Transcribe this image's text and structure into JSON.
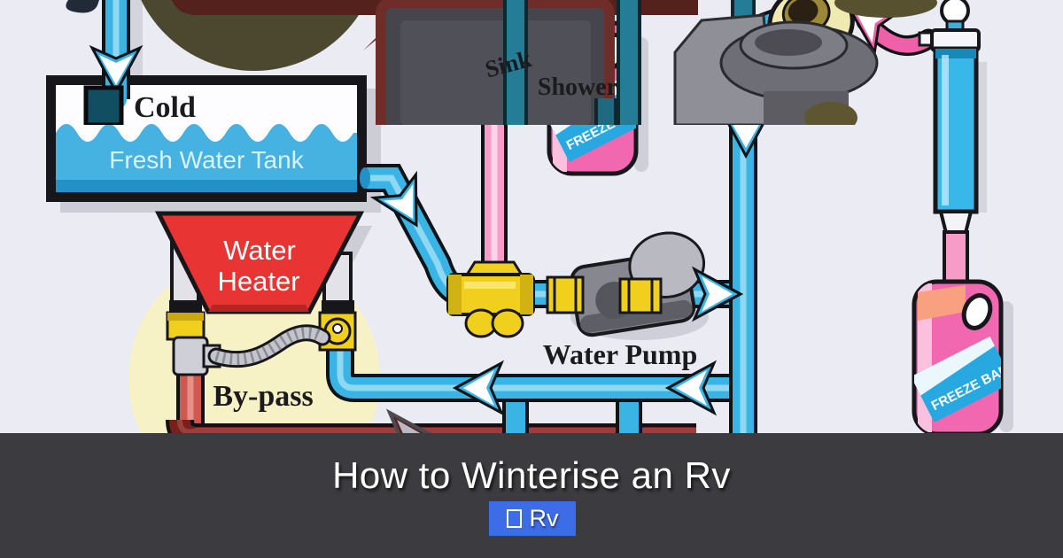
{
  "card": {
    "title": "How to Winterise an Rv",
    "badge": {
      "icon": "missing-glyph-box",
      "label": "Rv"
    }
  },
  "diagram": {
    "labels": {
      "fresh_water_tank": "Fresh Water Tank",
      "water_heater_line1": "Water",
      "water_heater_line2": "Heater",
      "bypass": "By-pass",
      "water_pump": "Water Pump",
      "sink": "Sink",
      "shower": "Shower"
    },
    "legend": {
      "cold_label": "Cold",
      "cold_swatch_color": "#1b7f9e"
    },
    "antifreeze_bottle_label": "FREEZE BAN",
    "colors": {
      "cold_water_pipe": "#3ab4e4",
      "hot_water_pipe": "#77201c",
      "antifreeze_pink": "#f79cc8",
      "valve_yellow": "#f0d01c",
      "water_heater_red": "#e93434",
      "bypass_highlight": "#f7f2c6",
      "overlay_bar": "#3c3c40",
      "badge_blue": "#3d6ce7"
    }
  }
}
